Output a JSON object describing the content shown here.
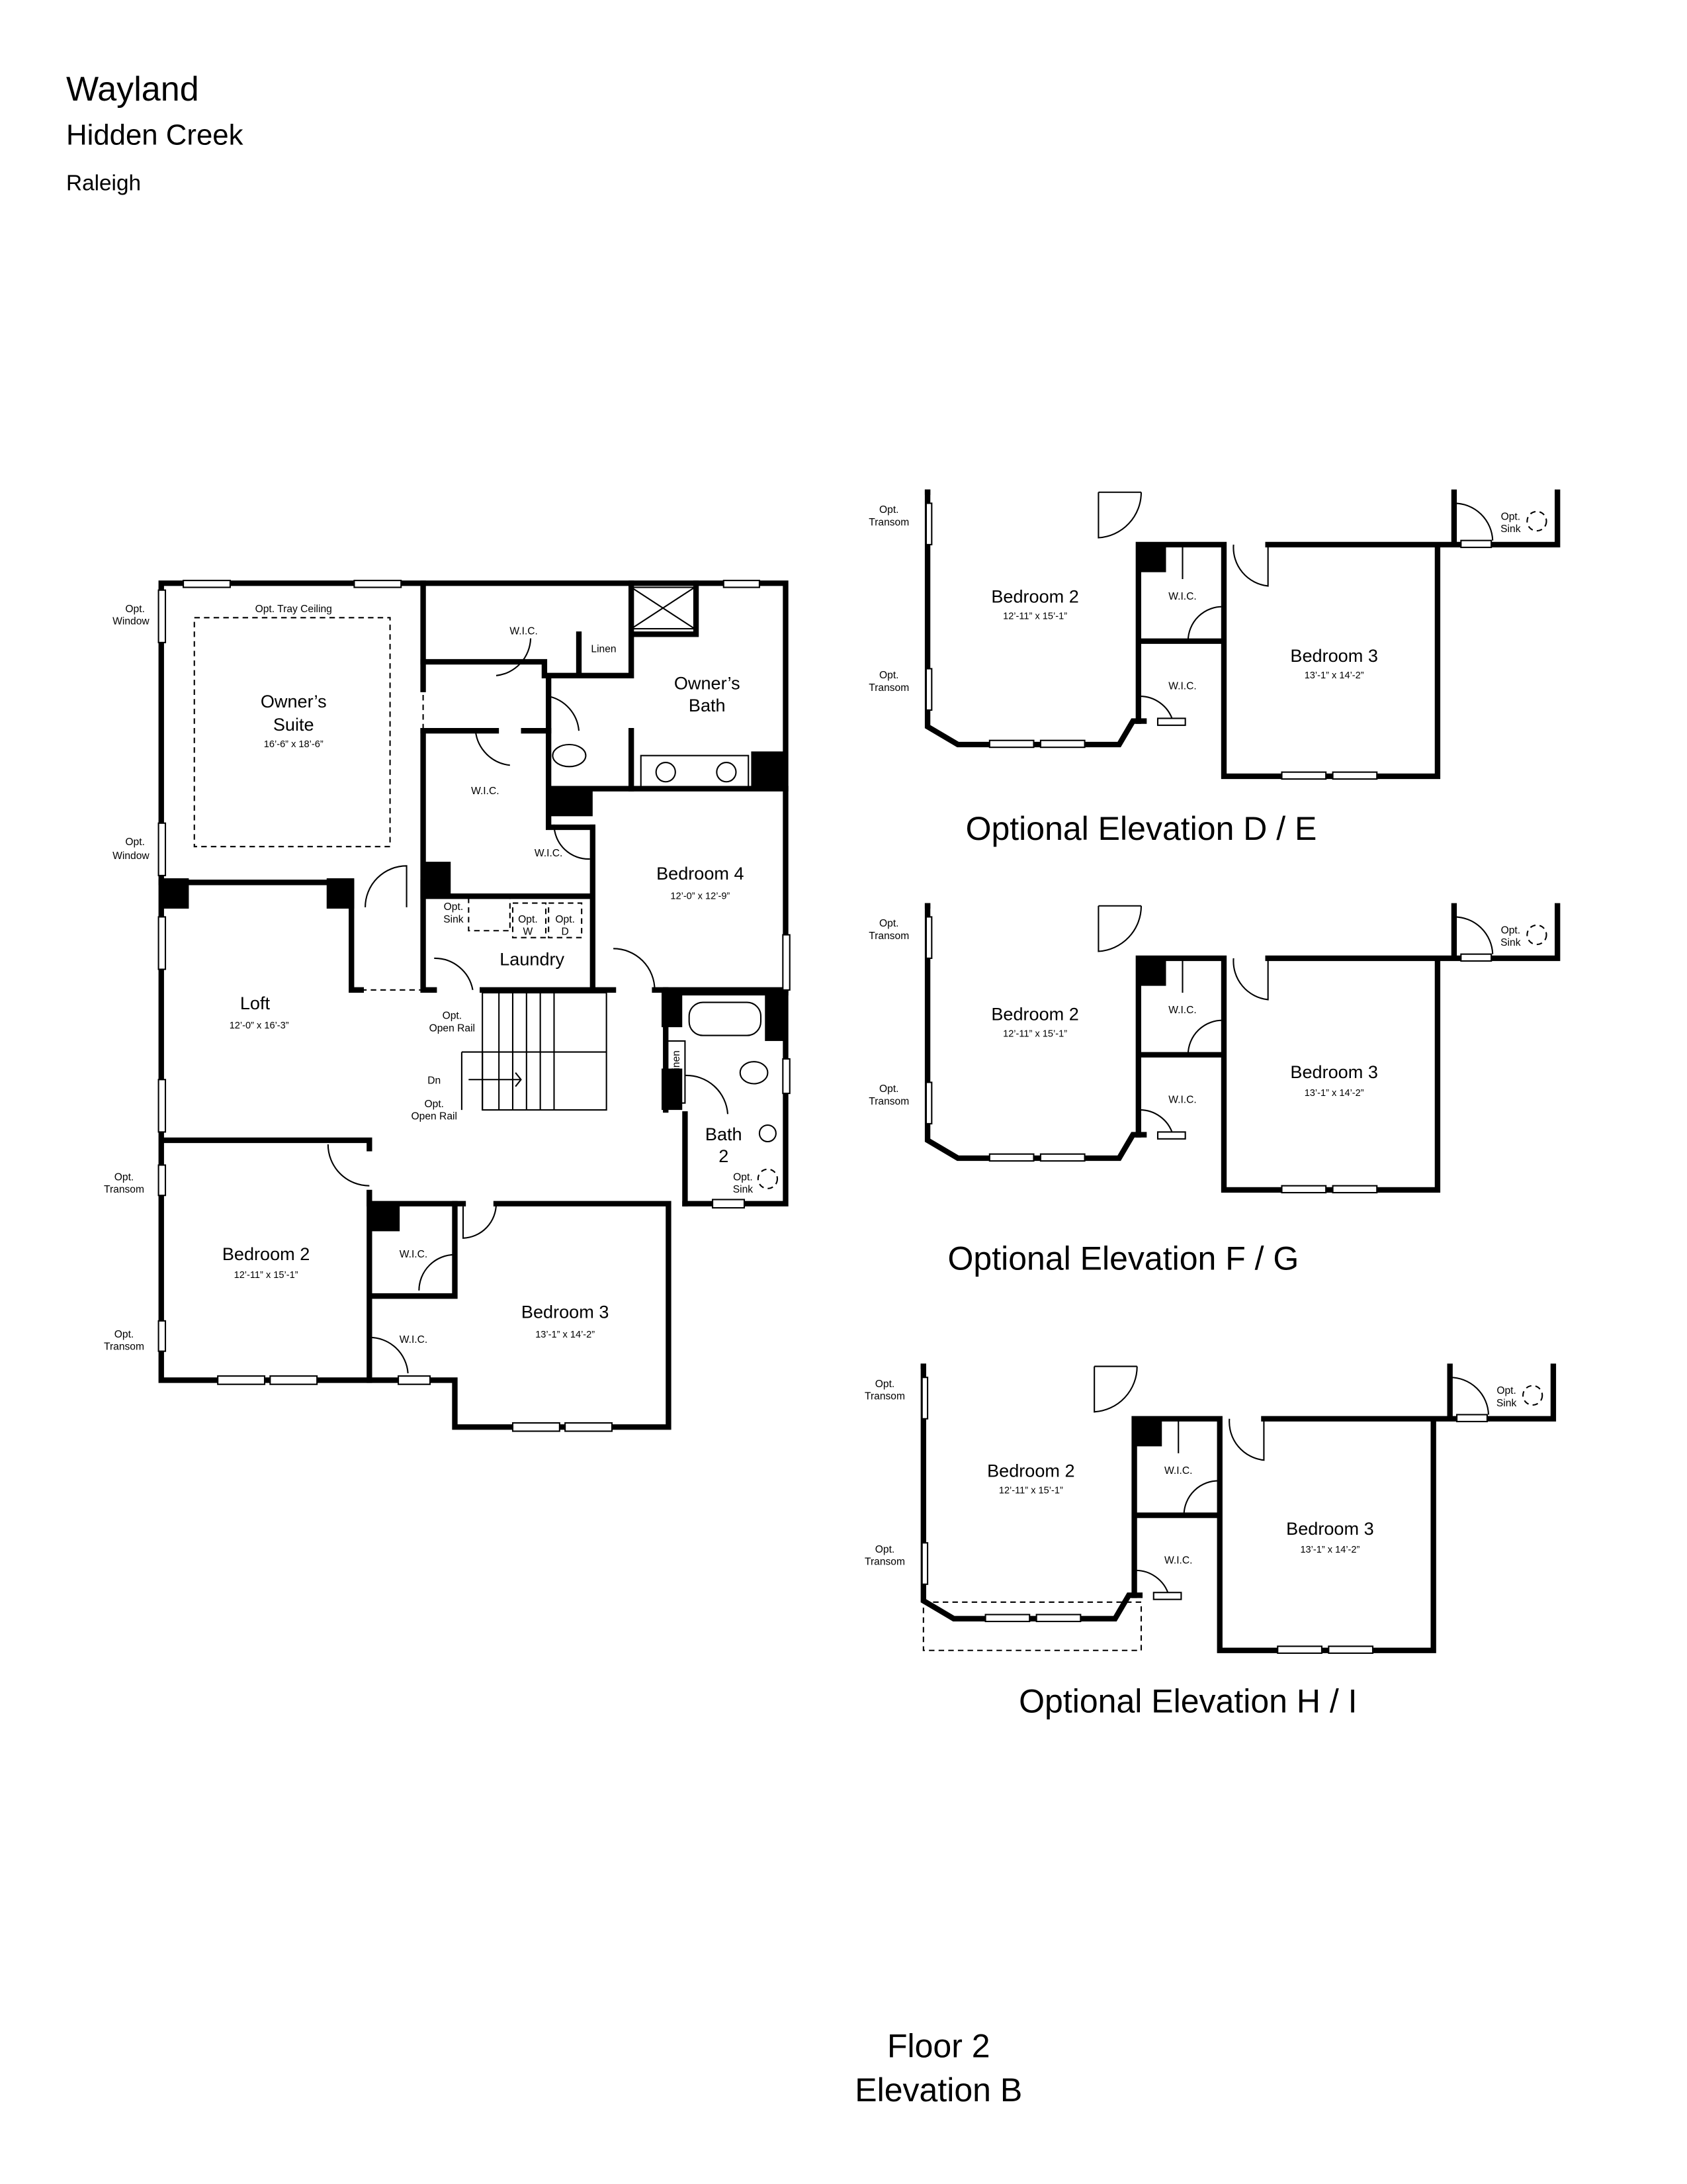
{
  "header": {
    "title": "Wayland",
    "community": "Hidden Creek",
    "city": "Raleigh"
  },
  "main_plan": {
    "owners_suite": {
      "name_line1": "Owner’s",
      "name_line2": "Suite",
      "size": "16’-6” x 18’-6”"
    },
    "tray_ceiling": "Opt. Tray Ceiling",
    "opt_window": {
      "line1": "Opt.",
      "line2": "Window"
    },
    "wic": "W.I.C.",
    "linen": "Linen",
    "owners_bath": {
      "line1": "Owner’s",
      "line2": "Bath"
    },
    "bedroom4": {
      "name": "Bedroom 4",
      "size": "12’-0” x 12’-9”"
    },
    "opt_sink": {
      "line1": "Opt.",
      "line2": "Sink"
    },
    "opt_w": {
      "line1": "Opt.",
      "line2": "W"
    },
    "opt_d": {
      "line1": "Opt.",
      "line2": "D"
    },
    "laundry": "Laundry",
    "loft": {
      "name": "Loft",
      "size": "12’-0” x 16’-3”"
    },
    "open_rail": {
      "line1": "Opt.",
      "line2": "Open Rail"
    },
    "dn": "Dn",
    "bath2": {
      "line1": "Bath",
      "line2": "2"
    },
    "opt_transom": {
      "line1": "Opt.",
      "line2": "Transom"
    },
    "bedroom2": {
      "name": "Bedroom 2",
      "size": "12’-11” x 15’-1”"
    },
    "bedroom3": {
      "name": "Bedroom 3",
      "size": "13’-1” x 14’-2”"
    }
  },
  "elevations": [
    {
      "title": "Optional Elevation D / E",
      "bedroom2": "Bedroom 2",
      "bedroom2_size": "12’-11” x 15’-1”",
      "bedroom3": "Bedroom 3",
      "bedroom3_size": "13’-1” x 14’-2”"
    },
    {
      "title": "Optional Elevation F / G",
      "bedroom2": "Bedroom 2",
      "bedroom2_size": "12’-11” x 15’-1”",
      "bedroom3": "Bedroom 3",
      "bedroom3_size": "13’-1” x 14’-2”"
    },
    {
      "title": "Optional Elevation H / I",
      "bedroom2": "Bedroom 2",
      "bedroom2_size": "12’-11” x 15’-1”",
      "bedroom3": "Bedroom 3",
      "bedroom3_size": "13’-1” x 14’-2”"
    }
  ],
  "footer": {
    "floor": "Floor 2",
    "elevation": "Elevation B"
  }
}
